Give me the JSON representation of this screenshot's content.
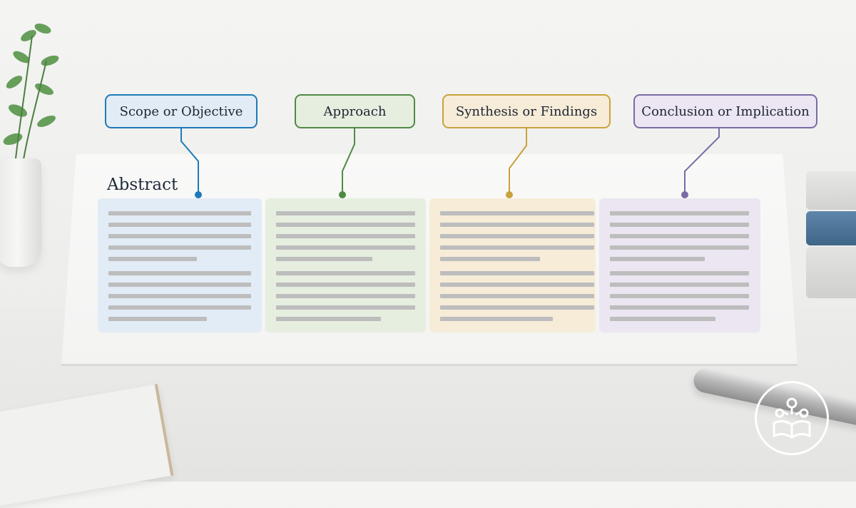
{
  "abstract": {
    "title": "Abstract"
  },
  "sections": [
    {
      "label": "Scope or Objective",
      "accent": "#1e7ab8",
      "fill": "#e2ecf6"
    },
    {
      "label": "Approach",
      "accent": "#4f8a45",
      "fill": "#e6eee0"
    },
    {
      "label": "Synthesis or Findings",
      "accent": "#c9a23c",
      "fill": "#f6ecd8"
    },
    {
      "label": "Conclusion or Implication",
      "accent": "#7a6ba6",
      "fill": "#ebe6f1"
    }
  ],
  "decor": {
    "plant_icon": "plant-icon",
    "pen_icon": "pen-icon",
    "books_icon": "books-icon",
    "logo_icon": "open-book-network-icon"
  }
}
